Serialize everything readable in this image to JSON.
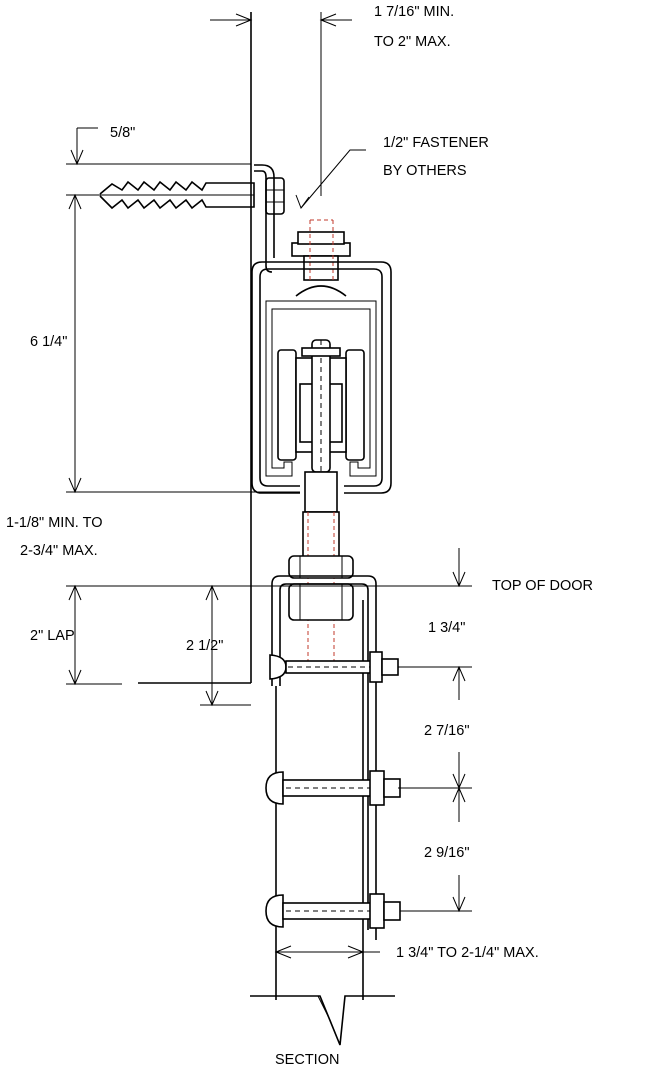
{
  "labels": {
    "clearance_1": "1 7/16\" MIN.",
    "clearance_2": "TO 2\" MAX.",
    "offset": "5/8\"",
    "fastener_1": "1/2\" FASTENER",
    "fastener_2": "BY OTHERS",
    "height": "6 1/4\"",
    "adjust_1": "1-1/8\" MIN. TO",
    "adjust_2": "2-3/4\" MAX.",
    "top_of_door": "TOP OF DOOR",
    "lap": "2\" LAP",
    "bracket_height": "2 1/2\"",
    "bolt_1_offset": "1 3/4\"",
    "bolt_spacing_1": "2 7/16\"",
    "bolt_spacing_2": "2 9/16\"",
    "door_thickness": "1 3/4\" TO 2-1/4\" MAX.",
    "section": "SECTION"
  },
  "colors": {
    "line": "#000000",
    "hidden_red": "#c0392b"
  }
}
